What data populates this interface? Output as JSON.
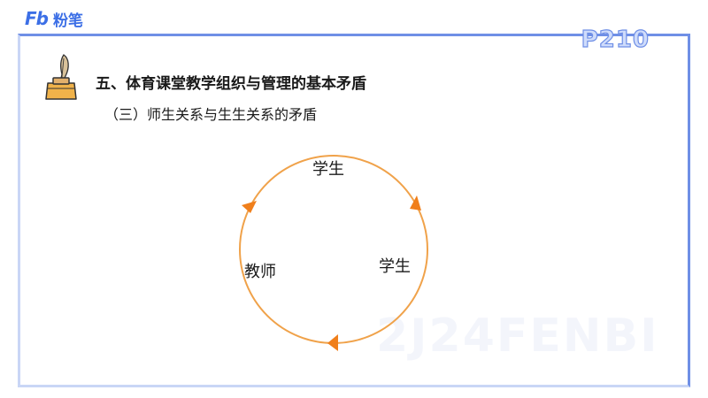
{
  "brand": {
    "logo_mark": "Fb",
    "logo_text": "粉笔"
  },
  "page_number": "P210",
  "heading": "五、体育课堂教学组织与管理的基本矛盾",
  "subheading": "（三）师生关系与生生关系的矛盾",
  "watermark": "2J24FENBI",
  "icons": {
    "header_icon": "ink-quill-icon"
  },
  "colors": {
    "accent": "#6f8fe6",
    "cycle": "#f0a24a",
    "arrow": "#f07f1b"
  },
  "diagram": {
    "type": "cycle",
    "nodes": [
      {
        "id": "top",
        "label": "学生"
      },
      {
        "id": "right",
        "label": "学生"
      },
      {
        "id": "left",
        "label": "教师"
      }
    ],
    "arrow_direction": "clockwise"
  }
}
